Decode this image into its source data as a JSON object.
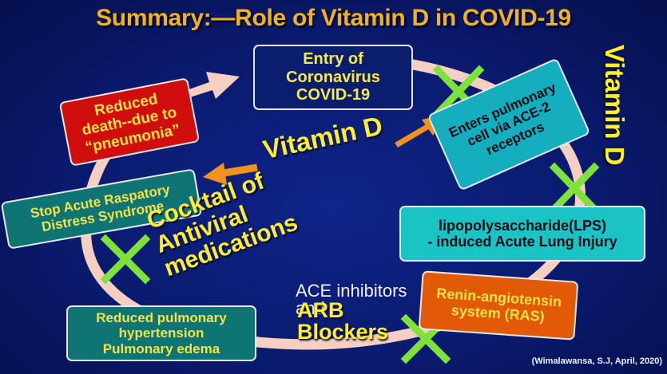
{
  "title": "Summary:—Role of Vitamin D in COVID-19",
  "nodes": {
    "entry": "Entry of\nCoronavirus\nCOVID-19",
    "enters_pulmonary": "Enters pulmonary\ncell via ACE-2\nreceptors",
    "lps": "lipopolysaccharide(LPS)\n- induced Acute Lung Injury",
    "ras": "Renin-angiotensin\nsystem (RAS)",
    "reduced_pulmonary": "Reduced pulmonary\nhypertension\nPulmonary edema",
    "stop_ards": "Stop Acute Raspatory\nDistress Syndrome",
    "reduced_death": "Reduced\ndeath--due to\n“pneumonia”"
  },
  "labels": {
    "vitamin_d_center": "Vitamin D",
    "vitamin_d_right": "Vitamin D",
    "cocktail": "Cocktail of\nAntiviral\nmedications",
    "ace_inhibitors": "ACE inhibitors\nand",
    "arb_blockers": "ARB\nBlockers"
  },
  "citation": "(Wimalawansa, S.J, April, 2020)",
  "colors": {
    "background": "#0a1a6e",
    "title": "#f2b21d",
    "cycle_arrow": "#f6cfc3",
    "orange_arrow": "#f0921b",
    "x_mark": "#7ee23a"
  }
}
